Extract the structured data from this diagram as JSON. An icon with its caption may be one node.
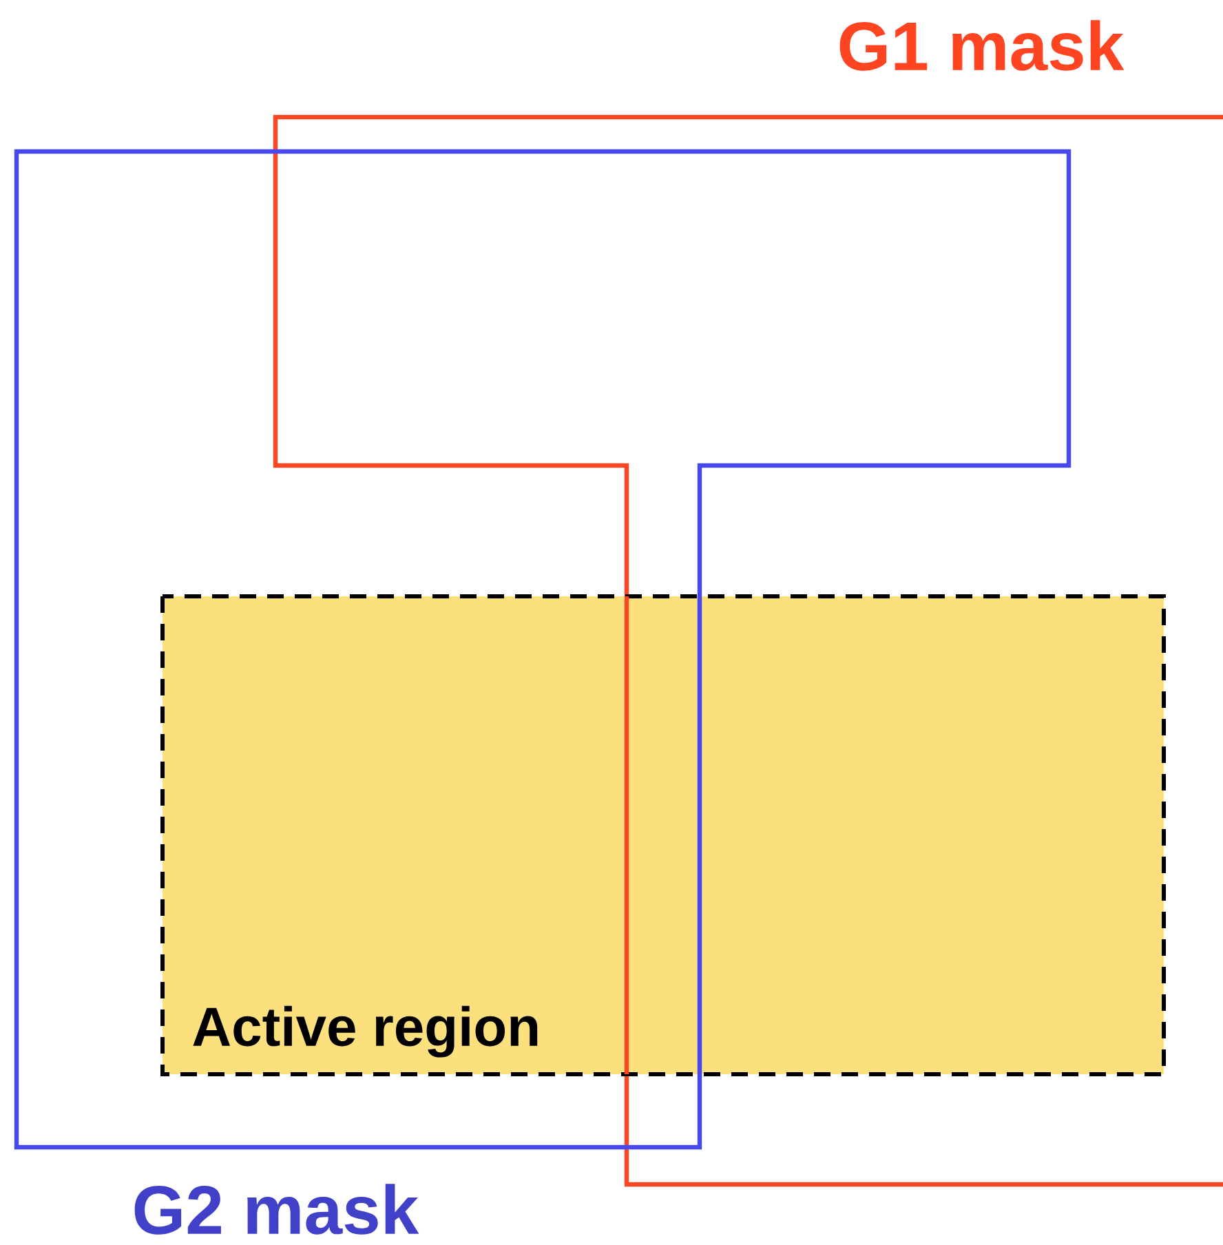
{
  "diagram": {
    "nodes": [
      {
        "text": [
          "G1 mask"
        ]
      },
      {
        "text": [
          "G2 mask"
        ]
      },
      {
        "text": [
          "Active region"
        ]
      }
    ]
  }
}
